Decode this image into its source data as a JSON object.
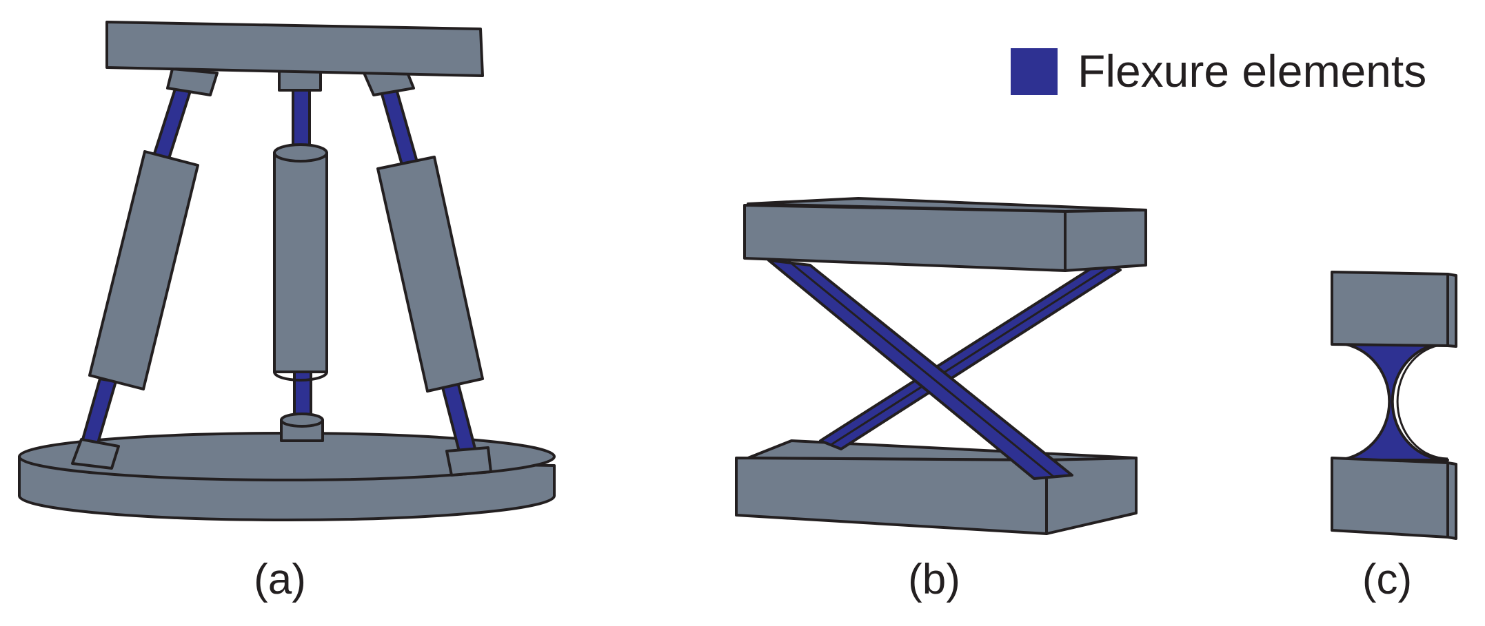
{
  "figure": {
    "legend": {
      "label": "Flexure elements",
      "swatch_color": "#2e3192"
    },
    "colors": {
      "gray_body": "#717d8c",
      "gray_body_dark": "#5f6a78",
      "flexure_blue": "#2e3192",
      "outline": "#231f20"
    },
    "panels": [
      {
        "id": "a",
        "caption": "(a)"
      },
      {
        "id": "b",
        "caption": "(b)"
      },
      {
        "id": "c",
        "caption": "(c)"
      }
    ]
  }
}
